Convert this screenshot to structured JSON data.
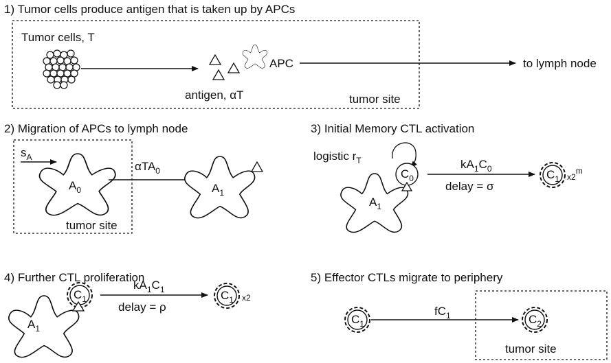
{
  "panels": [
    {
      "title": "1) Tumor cells produce antigen that is taken up by APCs"
    },
    {
      "title": "2) Migration of APCs to lymph node"
    },
    {
      "title": "3) Initial Memory CTL activation"
    },
    {
      "title": "4) Further CTL proliferation"
    },
    {
      "title": "5) Effector CTLs migrate to periphery"
    }
  ],
  "labels": {
    "tumor_cells": "Tumor cells, T",
    "antigen": "antigen, αT",
    "apc": "APC",
    "to_lymph": "to lymph node",
    "tumor_site": "tumor site",
    "s": "s",
    "sub_A": "A",
    "A": "A",
    "C": "C",
    "sub0": "0",
    "sub1": "1",
    "sub2": "2",
    "alphaT": "αTA",
    "logistic": "logistic r",
    "sub_T": "T",
    "k": "kA",
    "delay_sigma": "delay = σ",
    "delay_rho": "delay = ρ",
    "x2m": "x2",
    "sup_m": "m",
    "x2": "x2",
    "f": "fC"
  },
  "colors": {
    "ink": "#111111"
  }
}
